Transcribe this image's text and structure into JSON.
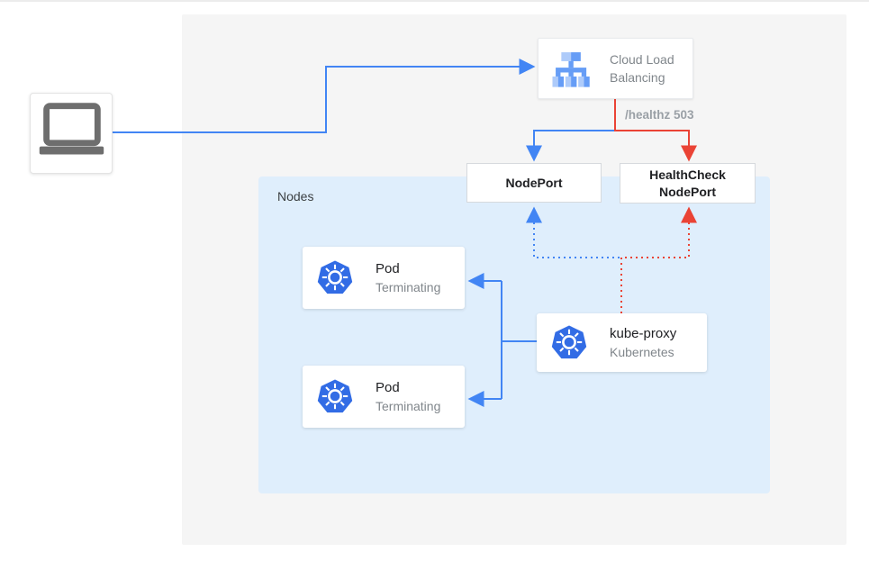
{
  "colors": {
    "blue": "#4285f4",
    "red": "#ea4335",
    "canvas_bg": "#f5f5f5",
    "nodes_bg": "#dfeefc",
    "box_border": "#d6d9dd",
    "text_dark": "#202124",
    "text_gray": "#80868b",
    "muted_label": "#9aa0a6",
    "k8s_blue": "#326ce5",
    "laptop_gray": "#6e6e6e",
    "lb_icon_light": "#aecbfa",
    "lb_icon_mid": "#669df6"
  },
  "labels": {
    "cloud_load_balancing": {
      "line1": "Cloud Load",
      "line2": "Balancing"
    },
    "health_path": "/healthz 503",
    "nodeport": "NodePort",
    "healthcheck_nodeport": {
      "line1": "HealthCheck",
      "line2": "NodePort"
    },
    "nodes_group": "Nodes",
    "pod1": {
      "title": "Pod",
      "status": "Terminating"
    },
    "pod2": {
      "title": "Pod",
      "status": "Terminating"
    },
    "kube_proxy": {
      "title": "kube-proxy",
      "subtitle": "Kubernetes"
    }
  }
}
